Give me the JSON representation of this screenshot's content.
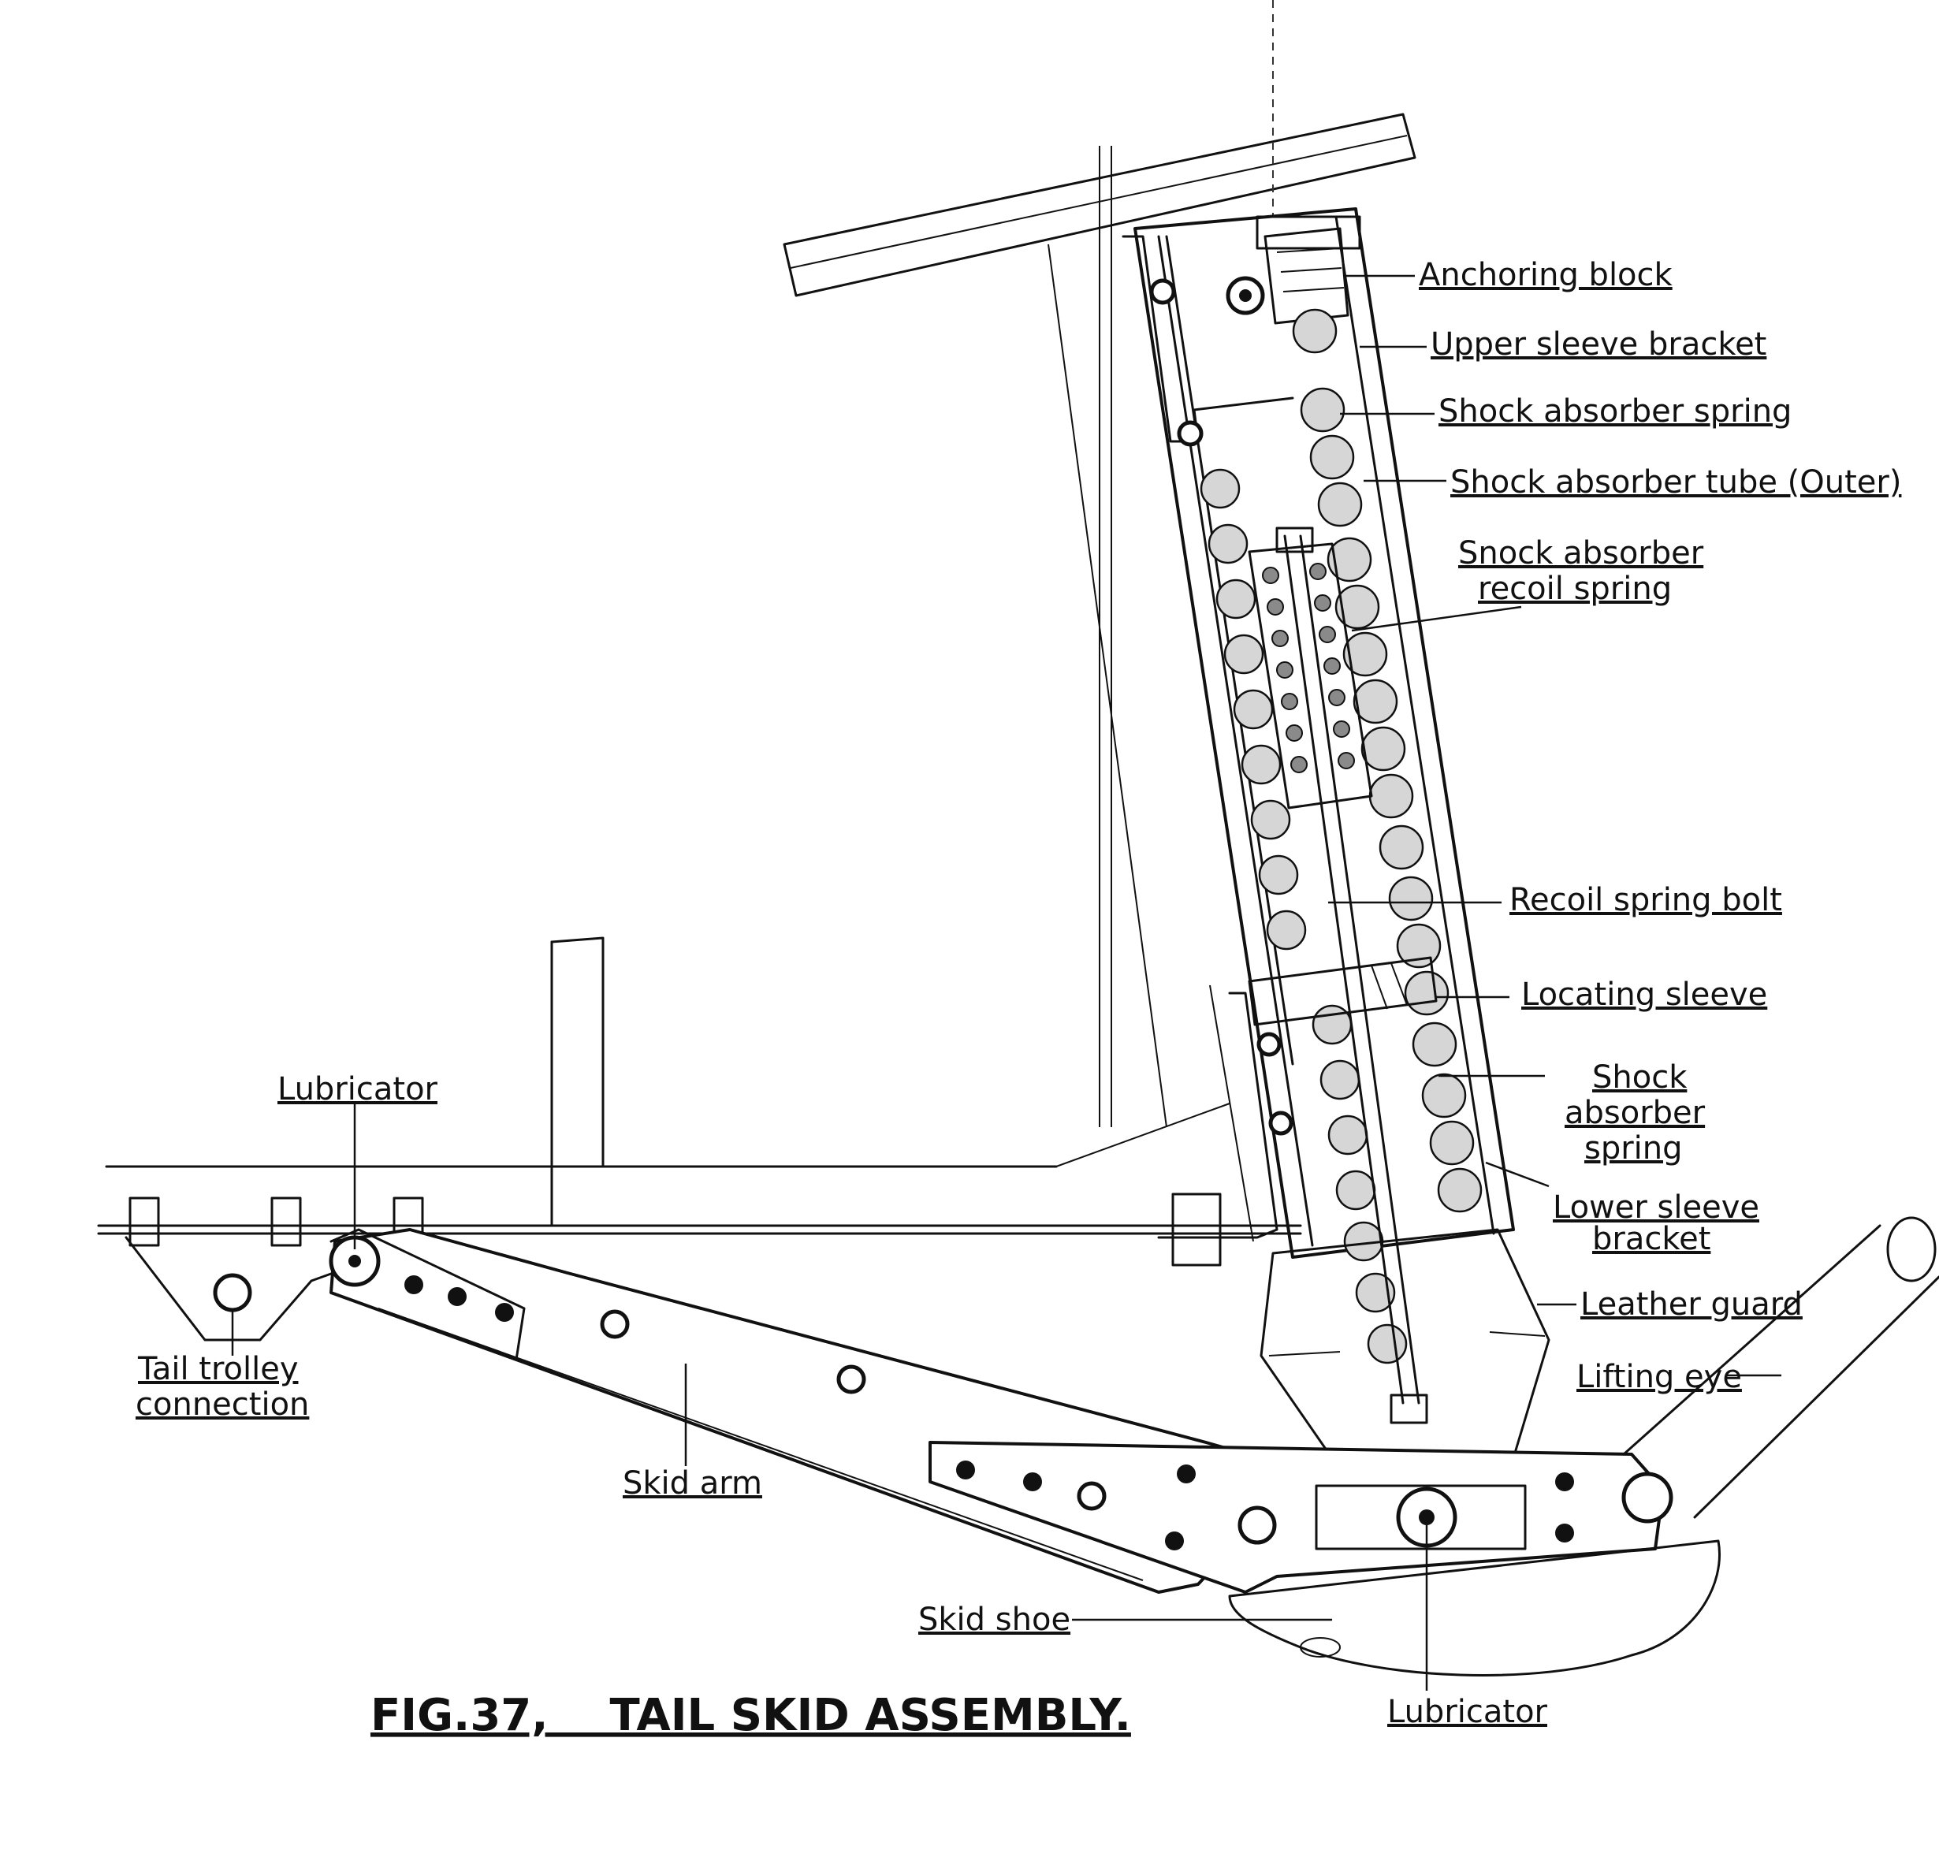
{
  "figure": {
    "title": "FIG.37,    TAIL SKID ASSEMBLY."
  },
  "labels": {
    "anchoring_block": "Anchoring block",
    "upper_sleeve_bracket": "Upper sleeve bracket",
    "shock_absorber_spring_top": "Shock absorber spring",
    "shock_absorber_tube_outer": "Shock absorber tube (Outer)",
    "recoil_spring_line1": "Snock absorber",
    "recoil_spring_line2": "recoil spring",
    "recoil_spring_bolt": "Recoil spring bolt",
    "locating_sleeve": "Locating sleeve",
    "shock_spring_lower_line1": "Shock",
    "shock_spring_lower_line2": "absorber",
    "shock_spring_lower_line3": "spring",
    "lower_sleeve_line1": "Lower sleeve",
    "lower_sleeve_line2": "bracket",
    "leather_guard": "Leather guard",
    "lifting_eye": "Lifting eye",
    "lubricator_left": "Lubricator",
    "tail_trolley_line1": "Tail trolley",
    "tail_trolley_line2": "connection",
    "skid_arm": "Skid arm",
    "skid_shoe": "Skid shoe",
    "lubricator_bottom": "Lubricator"
  }
}
